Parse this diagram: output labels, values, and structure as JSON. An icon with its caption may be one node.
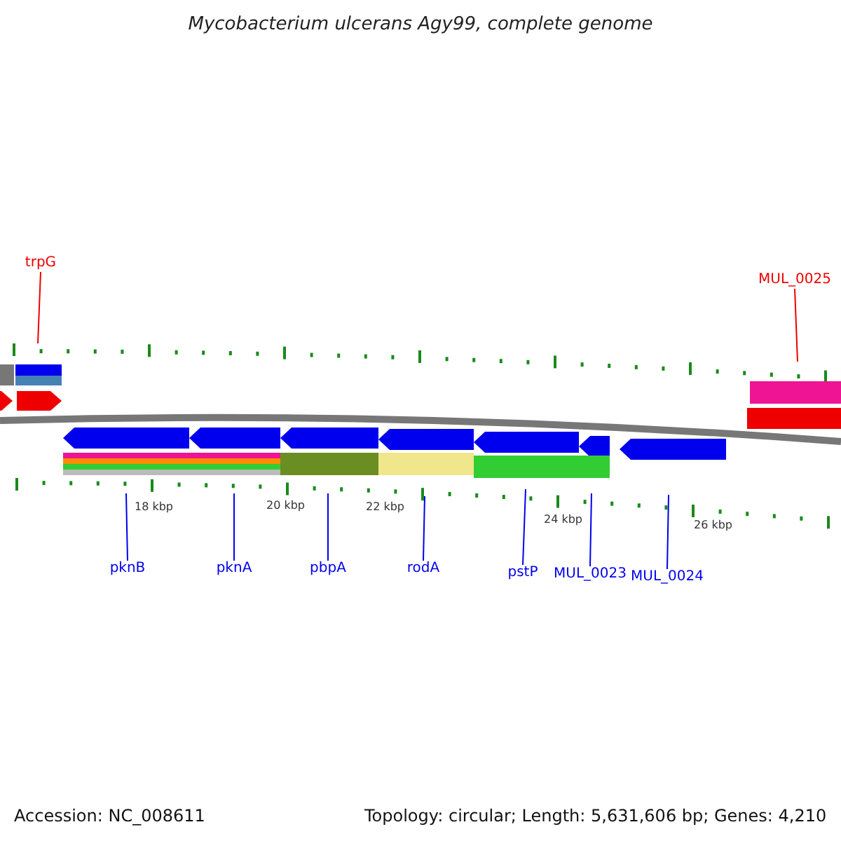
{
  "diagram": {
    "title": "Mycobacterium ulcerans Agy99, complete genome",
    "nodes": [
      {
        "text": [
          "trpG"
        ]
      },
      {
        "text": [
          "MUL_0025"
        ]
      },
      {
        "text": [
          "pknB"
        ]
      },
      {
        "text": [
          "pknA"
        ]
      },
      {
        "text": [
          "pbpA"
        ]
      },
      {
        "text": [
          "rodA"
        ]
      },
      {
        "text": [
          "pstP"
        ]
      },
      {
        "text": [
          "MUL_0023"
        ]
      },
      {
        "text": [
          "MUL_0024"
        ]
      }
    ],
    "edges": [
      {
        "from": 0,
        "to": null,
        "arrow": "none",
        "color": "#ee0000"
      },
      {
        "from": 1,
        "to": null,
        "arrow": "none",
        "color": "#ee0000"
      },
      {
        "from": 2,
        "to": null,
        "arrow": "none"
      },
      {
        "from": 3,
        "to": null,
        "arrow": "none"
      },
      {
        "from": 4,
        "to": null,
        "arrow": "none"
      },
      {
        "from": 5,
        "to": null,
        "arrow": "none"
      },
      {
        "from": 6,
        "to": null,
        "arrow": "none"
      },
      {
        "from": 7,
        "to": null,
        "arrow": "none"
      },
      {
        "from": 8,
        "to": null,
        "arrow": "none"
      }
    ],
    "labels": [
      "18 kbp",
      "20 kbp",
      "22 kbp",
      "24 kbp",
      "26 kbp",
      "Accession: NC_008611",
      "Topology: circular; Length: 5,631,606 bp; Genes: 4,210"
    ]
  }
}
